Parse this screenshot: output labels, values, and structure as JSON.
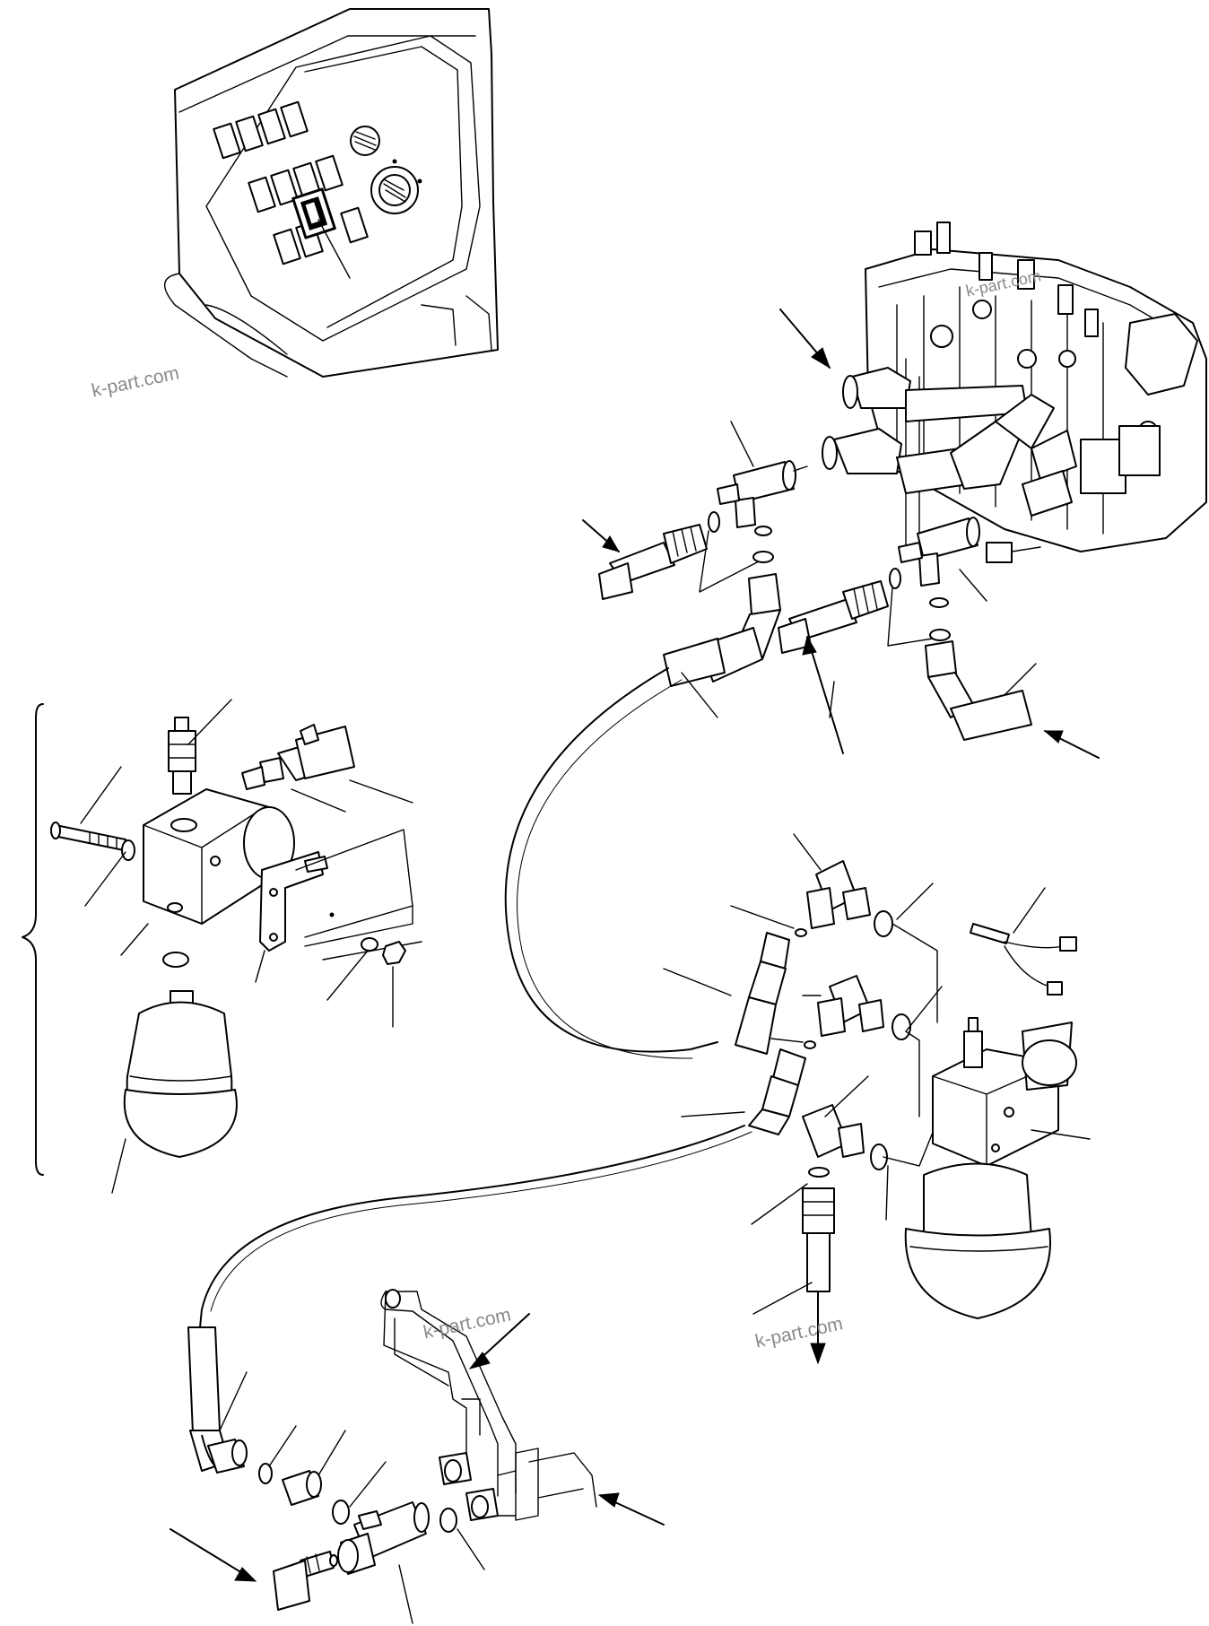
{
  "watermarks": [
    "k-part.com",
    "k-part.com",
    "k-part.com",
    "k-part.com"
  ],
  "colors": {
    "line": "#000000",
    "background": "#ffffff",
    "watermark": "#8a8a8a"
  }
}
